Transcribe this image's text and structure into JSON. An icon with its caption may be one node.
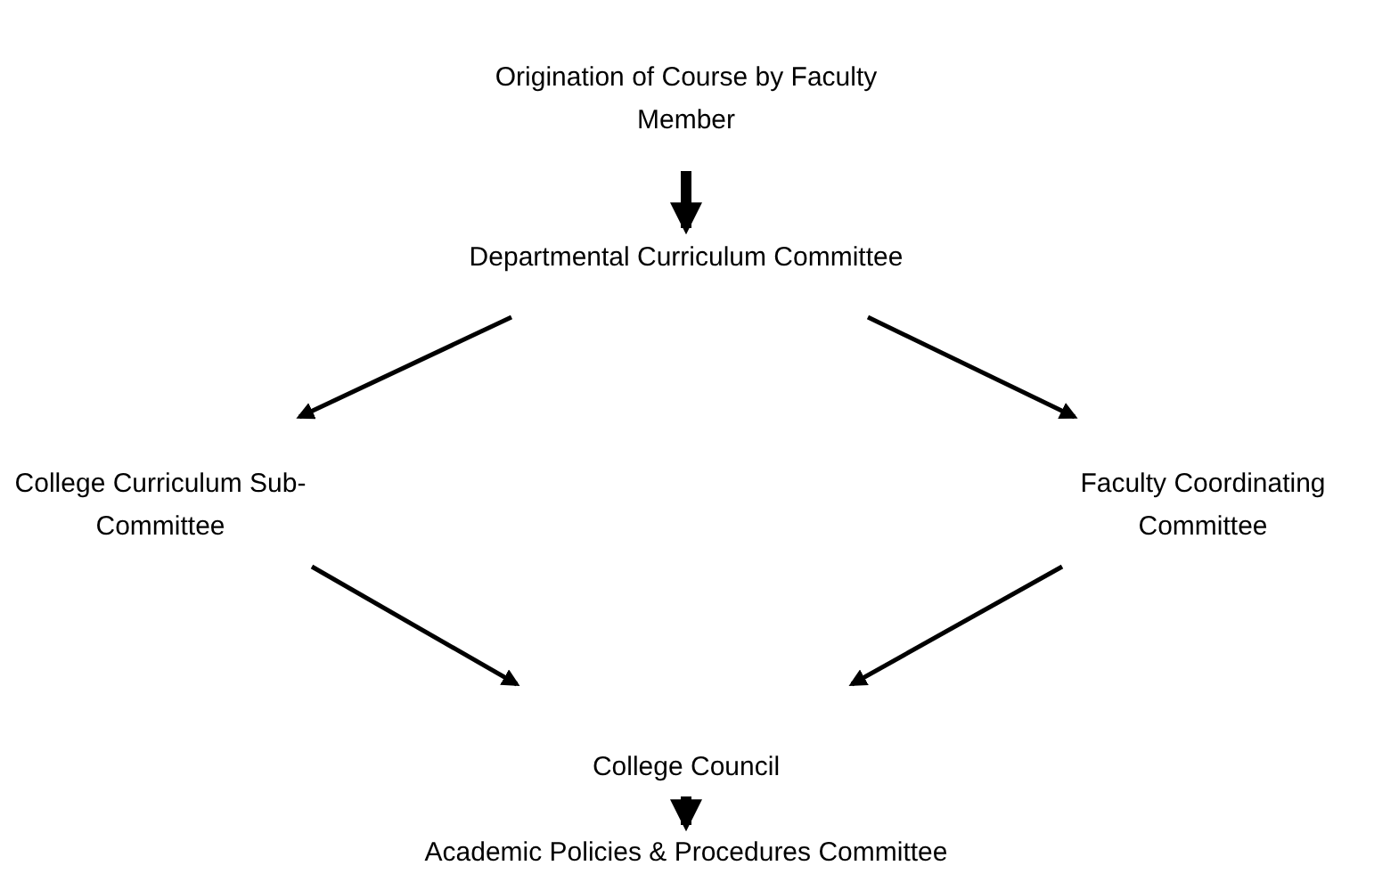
{
  "diagram": {
    "nodes": [
      {
        "text": [
          "Origination of Course by Faculty Member"
        ]
      },
      {
        "text": [
          "Departmental Curriculum Committee"
        ]
      },
      {
        "text": [
          "College Curriculum Sub-Committee"
        ]
      },
      {
        "text": [
          "Faculty Coordinating Committee"
        ]
      },
      {
        "text": [
          "College Council"
        ]
      },
      {
        "text": [
          "Academic Policies & Procedures Committee"
        ]
      }
    ],
    "edges": [
      {
        "from": 0,
        "to": 1,
        "arrow": "to",
        "style": "thick"
      },
      {
        "from": 1,
        "to": 2,
        "arrow": "to"
      },
      {
        "from": 1,
        "to": 3,
        "arrow": "to"
      },
      {
        "from": 2,
        "to": 4,
        "arrow": "to"
      },
      {
        "from": 3,
        "to": 4,
        "arrow": "to"
      },
      {
        "from": 4,
        "to": 5,
        "arrow": "to",
        "style": "thick"
      }
    ]
  }
}
